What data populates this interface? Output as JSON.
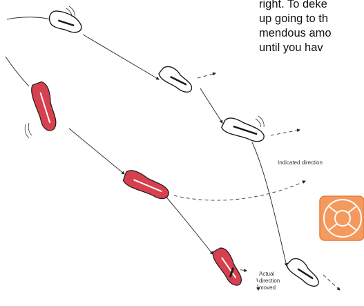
{
  "body_text": {
    "lines": [
      "right. To deke",
      "up going to th",
      "mendous amo",
      "until you hav"
    ]
  },
  "labels": {
    "indicated_direction": "Indicated direction",
    "actual_direction": [
      "Actual",
      "direction",
      "moved"
    ]
  },
  "colors": {
    "red_skate": "#d6404f",
    "skate_outline": "#1a1a1a",
    "icon_orange": "#f59a5f",
    "icon_border": "#e27d3c"
  }
}
